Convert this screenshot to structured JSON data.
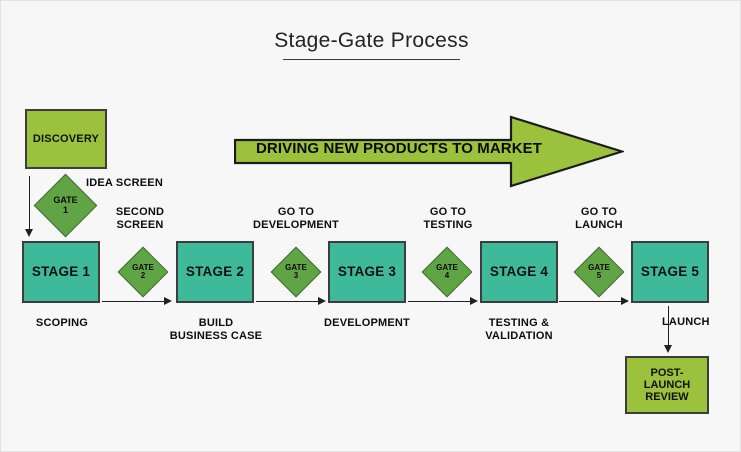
{
  "page": {
    "title": "Stage-Gate Process",
    "background_color": "#f7f7f7"
  },
  "colors": {
    "lime": "#9cc13c",
    "teal": "#3eb99a",
    "gate_green": "#61a446",
    "outline": "#3d3d3d",
    "text": "#101010"
  },
  "banner": {
    "text": "DRIVING NEW PRODUCTS TO MARKET",
    "fill": "#9cc13c",
    "stroke": "#1b1b1b",
    "direction": "right"
  },
  "entry": {
    "discovery_label": "DISCOVERY"
  },
  "gates": [
    {
      "id": "gate-1",
      "line1": "GATE",
      "line2": "1",
      "criterion": "IDEA SCREEN"
    },
    {
      "id": "gate-2",
      "line1": "GATE",
      "line2": "2",
      "criterion": "SECOND SCREEN"
    },
    {
      "id": "gate-3",
      "line1": "GATE",
      "line2": "3",
      "criterion": "GO TO DEVELOPMENT"
    },
    {
      "id": "gate-4",
      "line1": "GATE",
      "line2": "4",
      "criterion": "GO TO TESTING"
    },
    {
      "id": "gate-5",
      "line1": "GATE",
      "line2": "5",
      "criterion": "GO TO LAUNCH"
    }
  ],
  "gate_labels": {
    "idea_screen": "IDEA SCREEN",
    "second_screen_line1": "SECOND",
    "second_screen_line2": "SCREEN",
    "go_to_development_line1": "GO TO",
    "go_to_development_line2": "DEVELOPMENT",
    "go_to_testing_line1": "GO TO",
    "go_to_testing_line2": "TESTING",
    "go_to_launch_line1": "GO TO",
    "go_to_launch_line2": "LAUNCH"
  },
  "stages": [
    {
      "id": "stage-1",
      "label": "STAGE 1",
      "caption": "SCOPING"
    },
    {
      "id": "stage-2",
      "label": "STAGE 2",
      "caption_line1": "BUILD",
      "caption_line2": "BUSINESS CASE"
    },
    {
      "id": "stage-3",
      "label": "STAGE 3",
      "caption": "DEVELOPMENT"
    },
    {
      "id": "stage-4",
      "label": "STAGE 4",
      "caption_line1": "TESTING &",
      "caption_line2": "VALIDATION"
    },
    {
      "id": "stage-5",
      "label": "STAGE 5",
      "caption": "LAUNCH"
    }
  ],
  "exit": {
    "launch_label": "LAUNCH",
    "post_launch_line1": "POST-",
    "post_launch_line2": "LAUNCH",
    "post_launch_line3": "REVIEW"
  }
}
